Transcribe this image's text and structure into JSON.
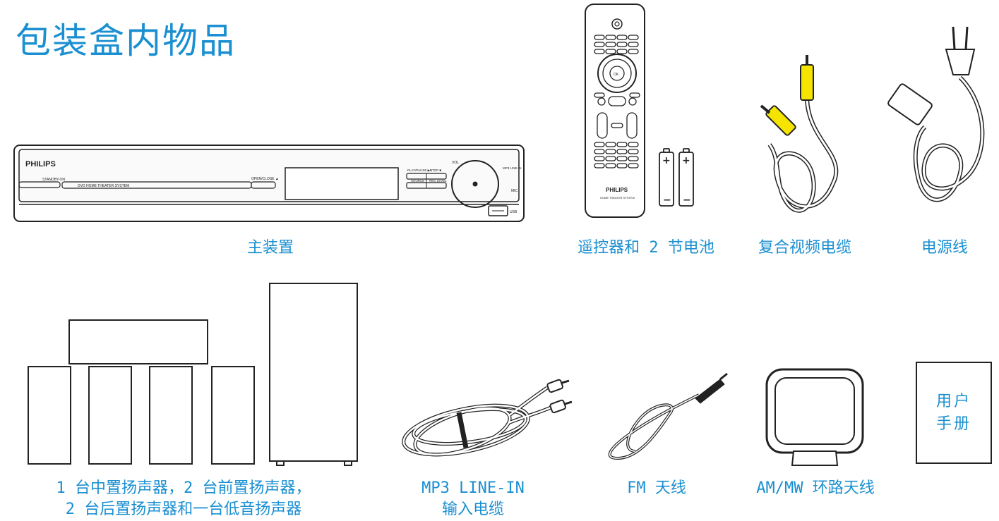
{
  "page": {
    "title": "包装盒内物品"
  },
  "main_unit": {
    "brand": "PHILIPS",
    "standby": "STANDBY-ON",
    "model_text": "DVD HOME THEATER SYSTEM",
    "open_close": "OPEN/CLOSE ▲",
    "play_pause": "PLAY/PAUSE ▶II",
    "stop": "STOP ■",
    "source": "SOURCE",
    "rec_level": "REC LEVEL",
    "vol": "VOL",
    "mp3_line_in": "MP3 LINE-IN",
    "mic": "MIC",
    "usb": "USB"
  },
  "remote": {
    "ok": "OK",
    "brand": "PHILIPS",
    "model_text": "HOME THEATER SYSTEM"
  },
  "battery": {
    "plus": "+",
    "minus": "−"
  },
  "captions": {
    "main_unit": "主装置",
    "remote": "遥控器和 2 节电池",
    "composite_cable": "复合视频电缆",
    "power_cord": "电源线",
    "speakers_line1": "1 台中置扬声器，2 台前置扬声器，",
    "speakers_line2": "2 台后置扬声器和一台低音扬声器",
    "mp3_cable_line1": "MP3 LINE-IN",
    "mp3_cable_line2": "输入电缆",
    "fm_antenna": "FM 天线",
    "am_antenna": "AM/MW 环路天线"
  },
  "manual": {
    "line1": "用户",
    "line2": "手册"
  },
  "colors": {
    "accent": "#1a8fd1",
    "yellow_plug": "#f5e400"
  }
}
